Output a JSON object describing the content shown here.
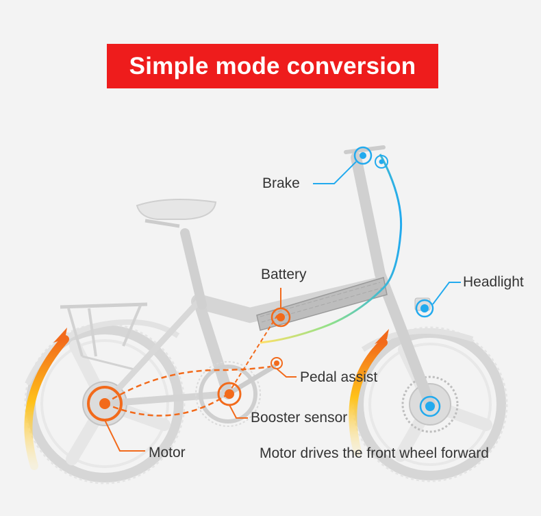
{
  "banner": {
    "title": "Simple mode conversion"
  },
  "labels": {
    "brake": "Brake",
    "battery": "Battery",
    "headlight": "Headlight",
    "pedal_assist": "Pedal assist",
    "booster_sensor": "Booster sensor",
    "motor": "Motor",
    "front_drive": "Motor drives the front wheel forward"
  },
  "colors": {
    "banner": "#ee1c1c",
    "blue_callout": "#22aaee",
    "orange_callout": "#f26a1b",
    "label_text": "#333333"
  },
  "icons": {
    "blue_marker": "target-dot-blue",
    "orange_marker": "target-dot-orange",
    "motion_arrow": "curved-arrow-orange-yellow"
  }
}
